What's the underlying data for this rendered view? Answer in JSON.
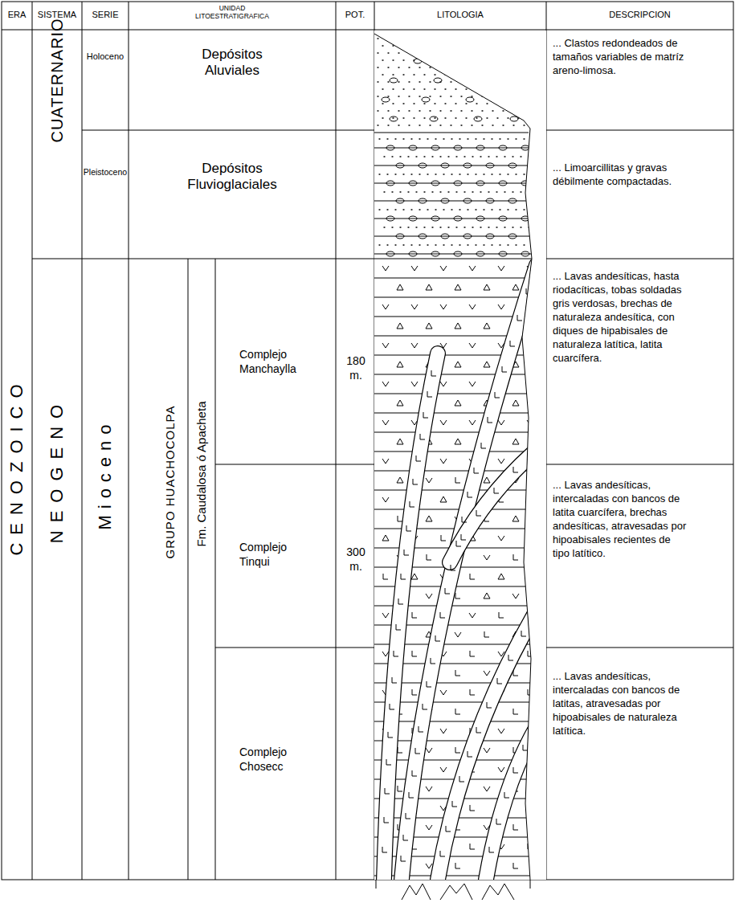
{
  "diagram": {
    "labels": [
      "ERA",
      "SISTEMA",
      "SERIE",
      "UNIDAD LITOESTRATIGRAFICA",
      "POT.",
      "LITOLOGIA",
      "DESCRIPCION",
      "CUATERNARIO",
      "Holoceno",
      "Depósitos Aluviales",
      "... Clastos redondeados de tamaños variables de matríz areno-limosa.",
      "Pleistoceno",
      "Depósitos Fluvioglaciales",
      "... Limoarcillitas y gravas débilmente compactadas.",
      "CENOZOICO",
      "NEOGENO",
      "Mioceno",
      "GRUPO HUACHOCOLPA",
      "Fm. Caudalosa ó Apacheta",
      "Complejo Manchaylla",
      "180 m.",
      "... Lavas andesíticas, hasta riodacíticas, tobas soldadas gris verdosas, brechas de naturaleza andesítica, con diques de hipabisales de naturaleza latítica, latita cuarcífera.",
      "Complejo Tinqui",
      "300 m.",
      "... Lavas andesíticas, intercaladas con bancos de latita cuarcífera, brechas andesíticas, atravesadas por hipoabisales recientes de tipo latítico.",
      "Complejo Chosecc",
      "... Lavas andesíticas, intercaladas con bancos de latitas, atravesadas por hipoabisales de naturaleza latítica."
    ]
  }
}
